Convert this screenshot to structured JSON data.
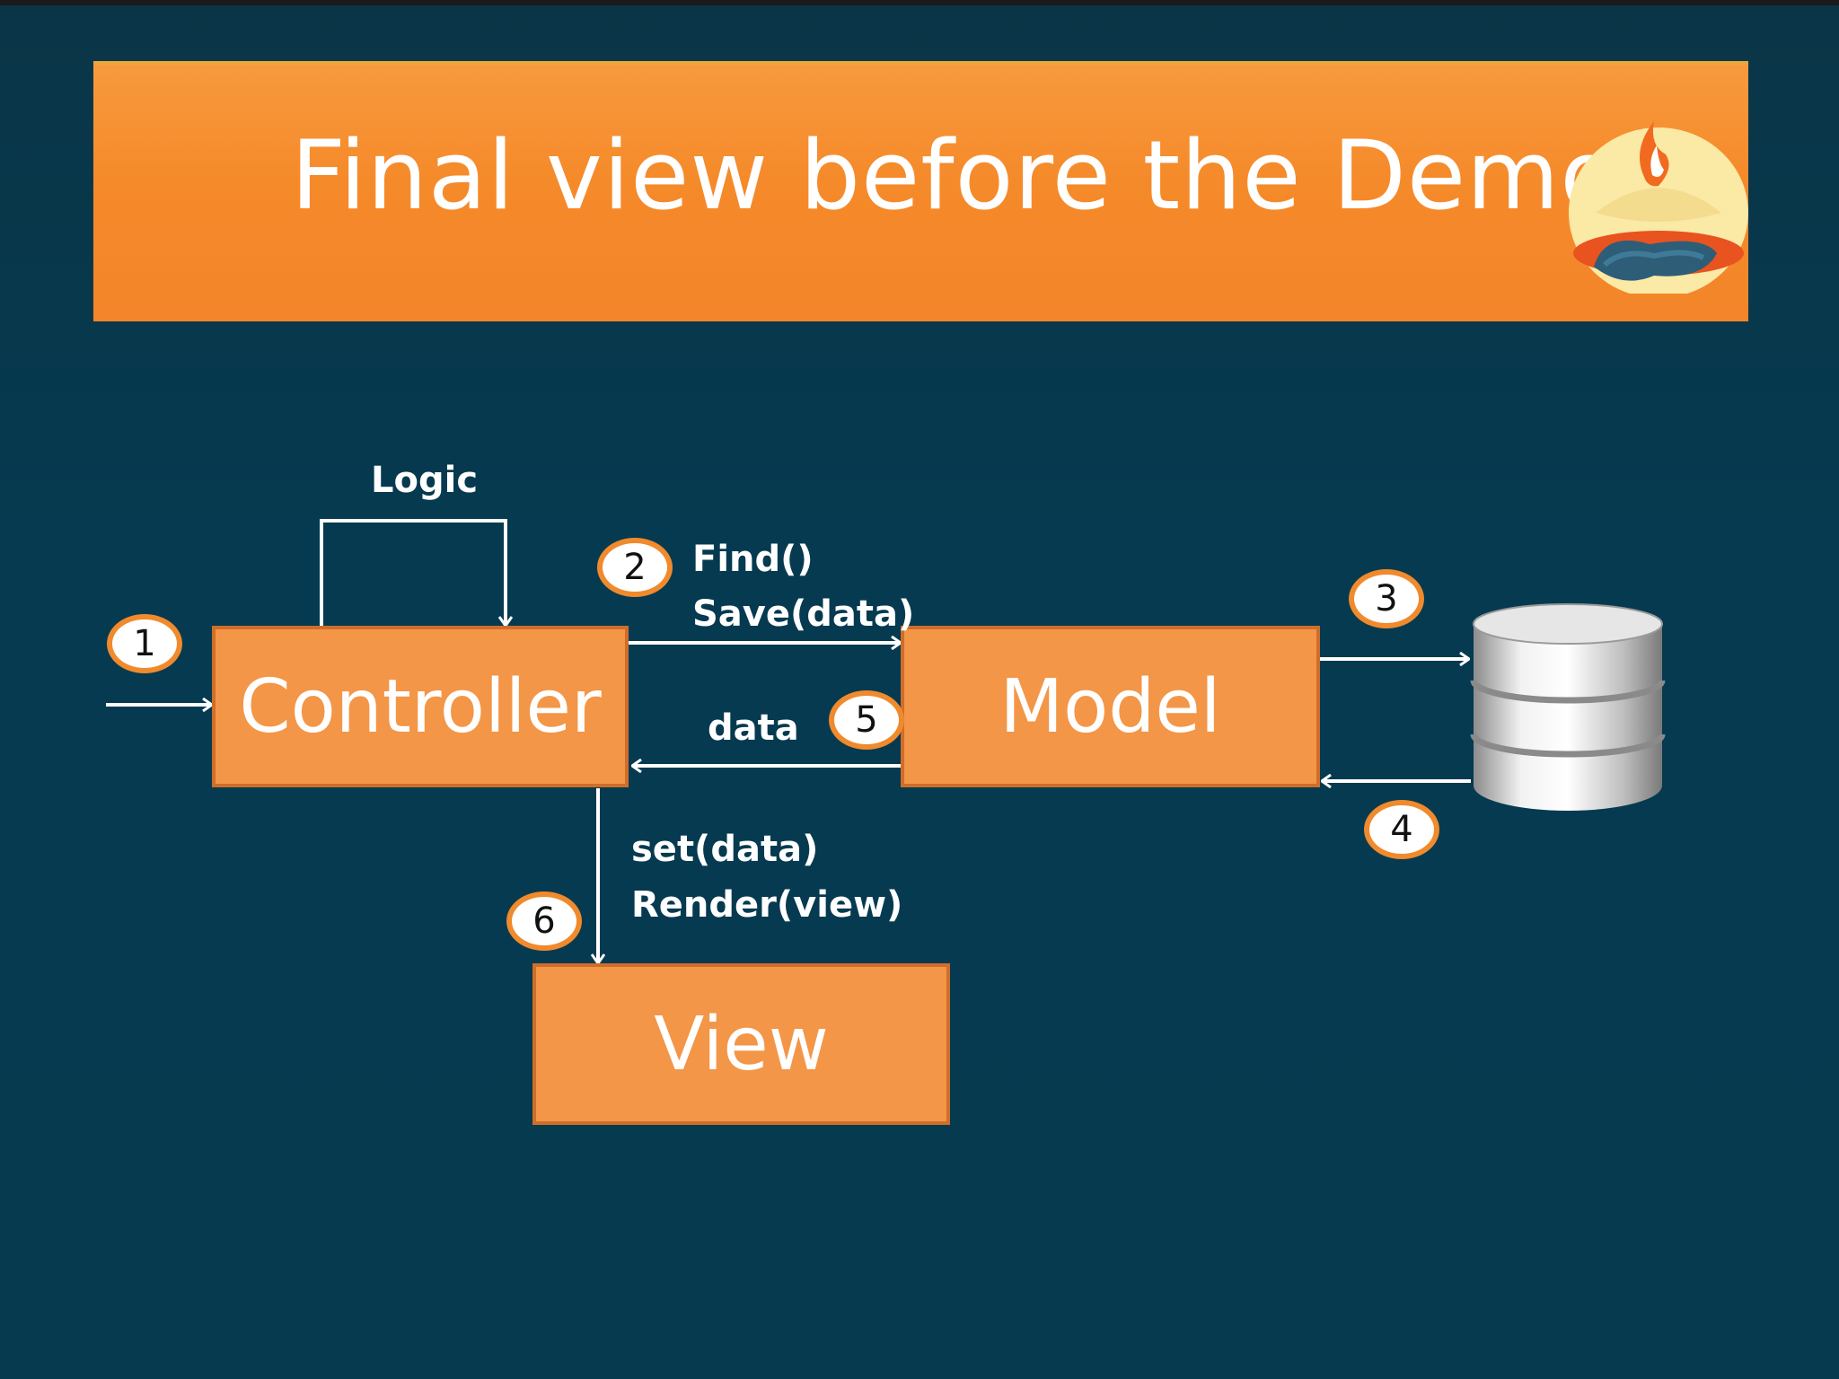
{
  "slide": {
    "title": "Final view before the Demo"
  },
  "diagram": {
    "nodes": {
      "controller": "Controller",
      "model": "Model",
      "view": "View",
      "database": "database-icon"
    },
    "labels": {
      "logic": "Logic",
      "find": "Find()",
      "save": "Save(data)",
      "data": "data",
      "set": "set(data)",
      "render": "Render(view)"
    },
    "steps": [
      "1",
      "2",
      "3",
      "4",
      "5",
      "6"
    ],
    "colors": {
      "background": "#05394f",
      "banner": "#f58a2a",
      "box": "#f39648",
      "box_border": "#cf6e2a",
      "badge_border": "#f08a2c"
    },
    "icons": [
      "logo-icon",
      "database-icon"
    ]
  }
}
